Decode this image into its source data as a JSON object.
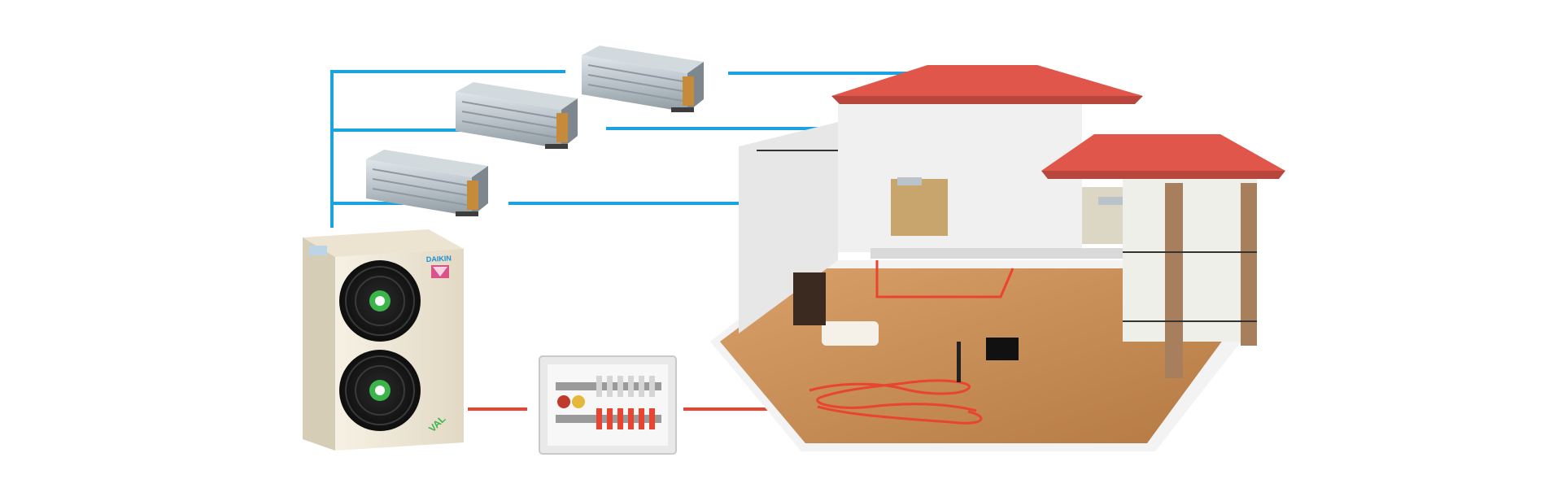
{
  "colors": {
    "cooling_pipe": "#1aa3e0",
    "heating_pipe": "#e8442f",
    "roof": "#e0564a",
    "wall": "#f2f2f2",
    "floor": "#c98b52",
    "unit_body": "#f1ead9",
    "brand_blue": "#1f8fd0"
  },
  "outdoor_unit": {
    "brand": "DAIKIN",
    "model_mark": "VAL",
    "fan_count": 2
  },
  "indoor_units": [
    {
      "id": "duct-unit-1",
      "connected_to": "second-floor-room"
    },
    {
      "id": "duct-unit-2",
      "connected_to": "second-floor-room-right"
    },
    {
      "id": "duct-unit-3",
      "connected_to": "first-floor-room"
    }
  ],
  "manifold": {
    "loops": 6
  },
  "icons": {
    "outdoor_unit": "heat-pump-outdoor-unit-icon",
    "indoor_unit": "ducted-fan-coil-icon",
    "manifold": "floor-heating-manifold-icon",
    "house": "house-cutaway-icon"
  }
}
